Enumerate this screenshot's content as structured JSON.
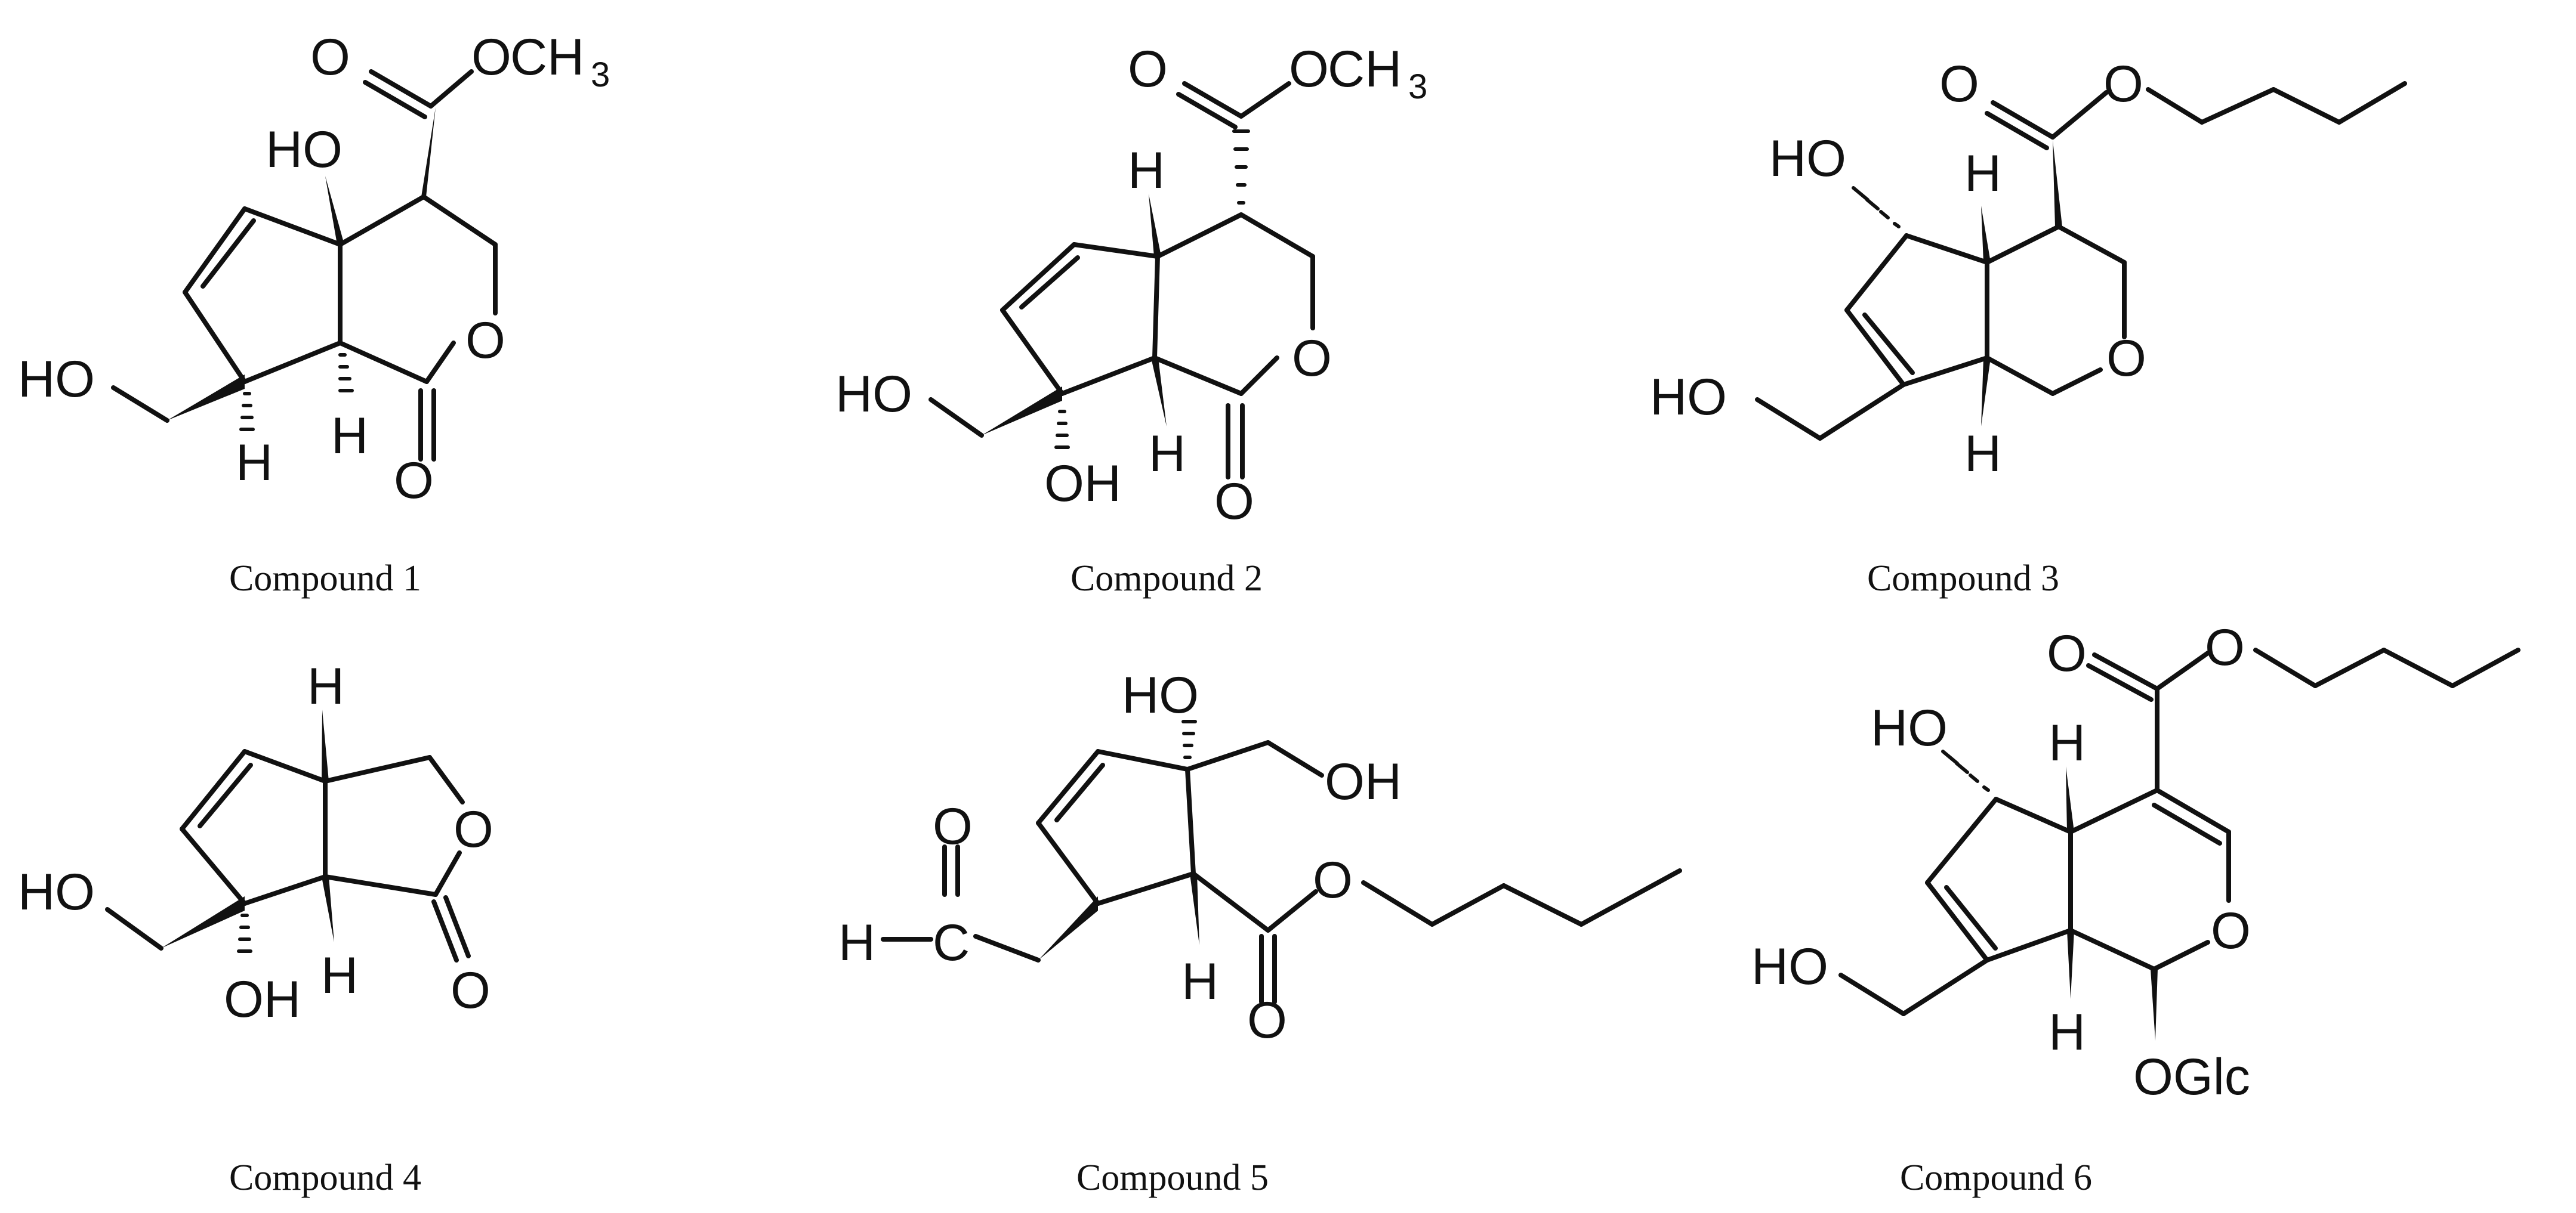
{
  "compounds": [
    {
      "caption": "Compound 1",
      "labels": {
        "o_carbonyl": "O",
        "ester_o": "O",
        "methyl": "CH",
        "methyl_sub": "3",
        "ring_o": "O",
        "lactone_o": "O",
        "ho_top": "HO",
        "ho_left": "HO",
        "h1": "H",
        "h2": "H"
      }
    },
    {
      "caption": "Compound 2",
      "labels": {
        "o_carbonyl": "O",
        "ester_o": "O",
        "methyl": "CH",
        "methyl_sub": "3",
        "ring_o": "O",
        "lactone_o": "O",
        "h_top": "H",
        "ho_left": "HO",
        "oh_bottom": "OH",
        "h_bottom": "H"
      }
    },
    {
      "caption": "Compound 3",
      "labels": {
        "o_carbonyl": "O",
        "ester_o": "O",
        "ring_o": "O",
        "ho_top": "HO",
        "ho_left": "HO",
        "h_top": "H",
        "h_bottom": "H"
      }
    },
    {
      "caption": "Compound 4",
      "labels": {
        "h_top": "H",
        "ring_o": "O",
        "lactone_o": "O",
        "ho_left": "HO",
        "oh_bottom": "OH",
        "h_bottom": "H"
      }
    },
    {
      "caption": "Compound 5",
      "labels": {
        "ho_top": "HO",
        "oh_right": "OH",
        "ald_o": "O",
        "ald_h": "H",
        "ald_c": "C",
        "ester_o": "O",
        "carbonyl_o": "O",
        "h_bottom": "H"
      }
    },
    {
      "caption": "Compound 6",
      "labels": {
        "o_carbonyl": "O",
        "ester_o": "O",
        "ho_top": "HO",
        "h_top": "H",
        "ring_o": "O",
        "ho_left": "HO",
        "h_bottom": "H",
        "oglc": "OGlc"
      }
    }
  ]
}
